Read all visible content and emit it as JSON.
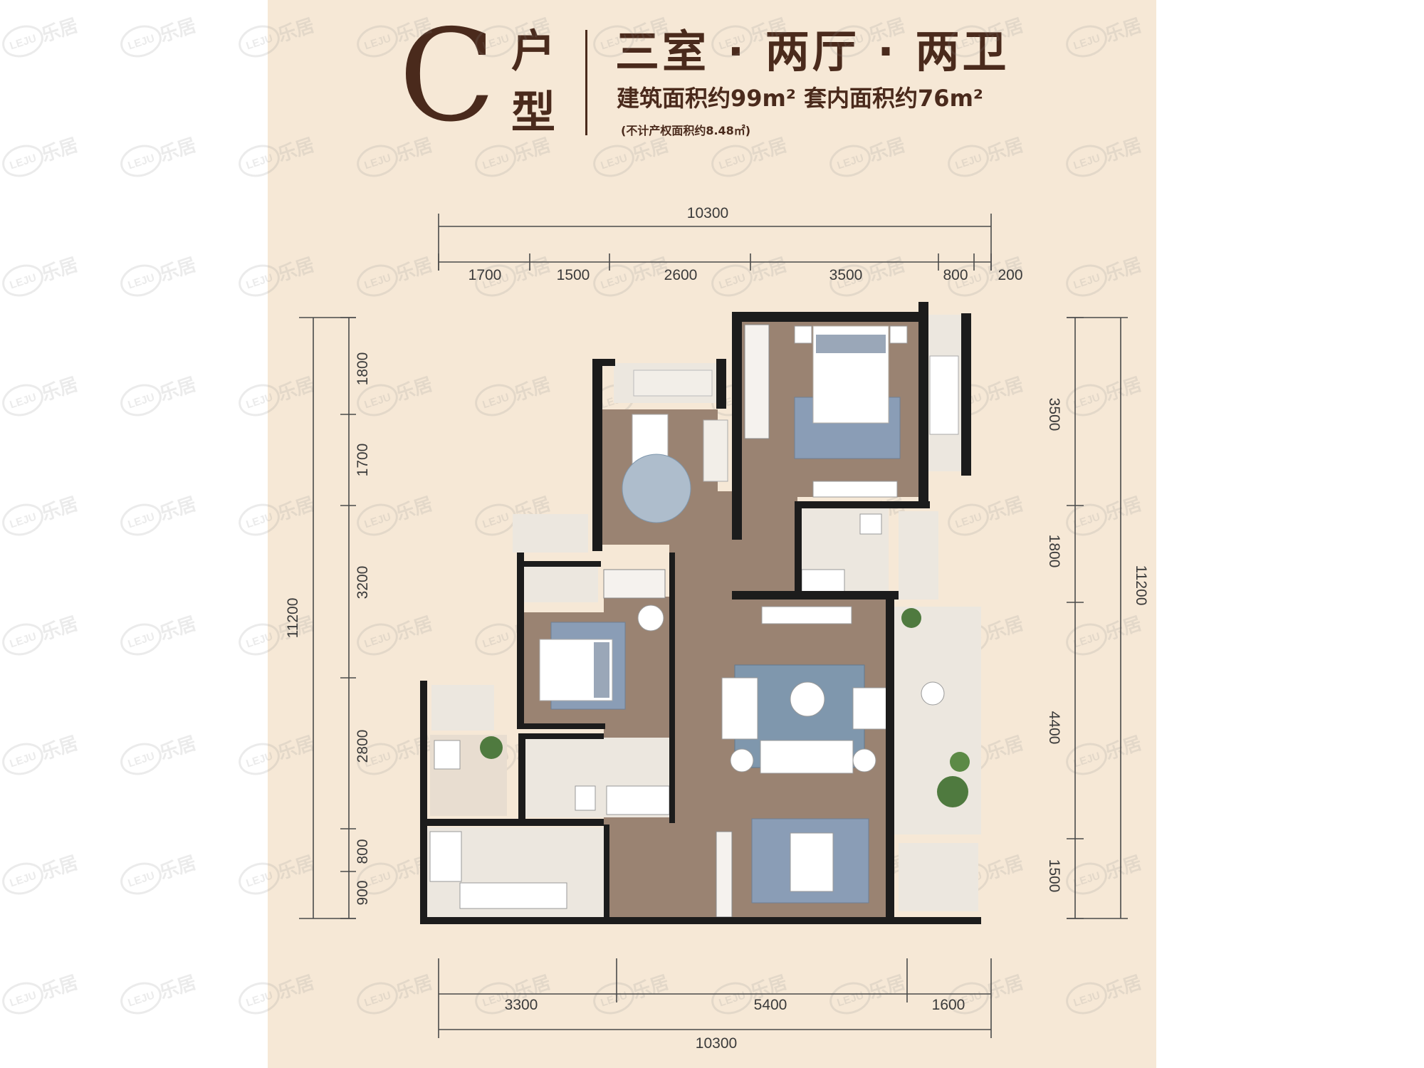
{
  "header": {
    "type_letter": "C",
    "char_hu": "户",
    "char_xing": "型",
    "layout_title": "三室 · 两厅 · 两卫",
    "area_line": "建筑面积约99m² 套内面积约76m²",
    "note": "(不计产权面积约8.48㎡)"
  },
  "dimensions": {
    "top_total": "10300",
    "top_segments": [
      "1700",
      "1500",
      "2600",
      "3500",
      "800",
      "200"
    ],
    "bottom_segments": [
      "3300",
      "5400",
      "1600"
    ],
    "bottom_total": "10300",
    "left_total": "11200",
    "left_segments": [
      "1800",
      "1700",
      "3200",
      "2800",
      "800",
      "900"
    ],
    "right_total": "11200",
    "right_segments": [
      "3500",
      "1800",
      "4400",
      "1500"
    ]
  },
  "watermark": {
    "logo_text": "LEJU",
    "cn_text": "乐居"
  },
  "colors": {
    "poster_bg": "#f6e8d6",
    "header_text": "#4a2a1c",
    "wall": "#1c1c1c",
    "wood_floor": "#9a8372",
    "tile_floor": "#ece7df",
    "rug_blue": "#7f97ad"
  }
}
